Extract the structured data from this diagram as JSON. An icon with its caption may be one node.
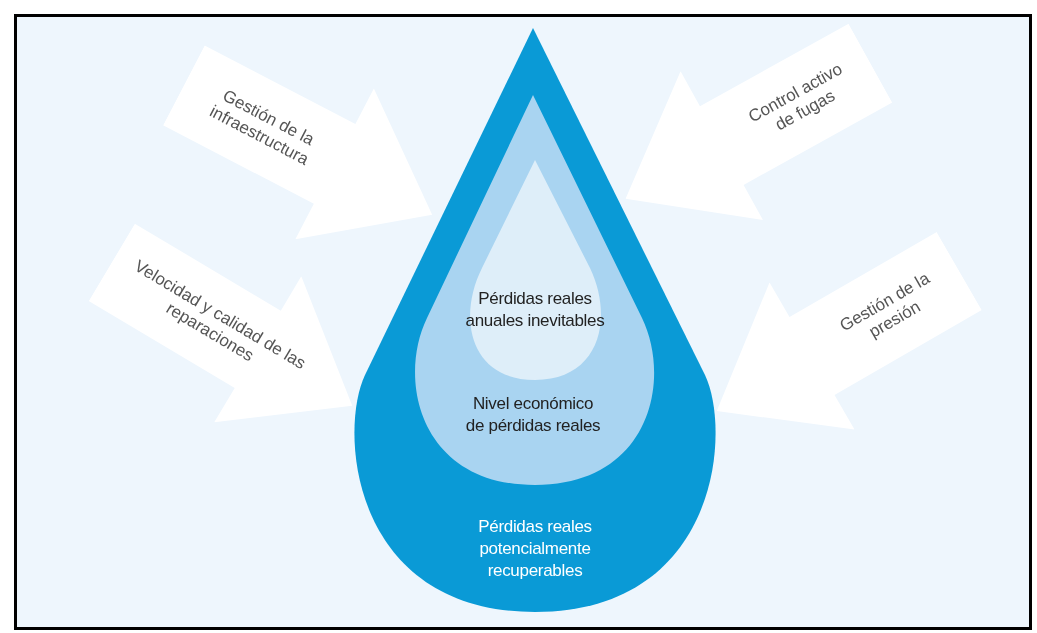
{
  "diagram": {
    "nodes": [
      {
        "text": [
          "Gestión de la infraestructura"
        ]
      },
      {
        "text": [
          "Control activo de fugas"
        ]
      },
      {
        "text": [
          "Pérdidas reales potencialmente recuperables"
        ]
      },
      {
        "text": [
          "Nivel económico de pérdidas reales"
        ],
        "in": 2
      },
      {
        "text": [
          "Pérdidas reales anuales inevitables"
        ],
        "in": 3
      },
      {
        "text": [
          "Velocidad y calidad de las reparaciones"
        ]
      },
      {
        "text": [
          "Gestión de la presión"
        ]
      }
    ]
  }
}
